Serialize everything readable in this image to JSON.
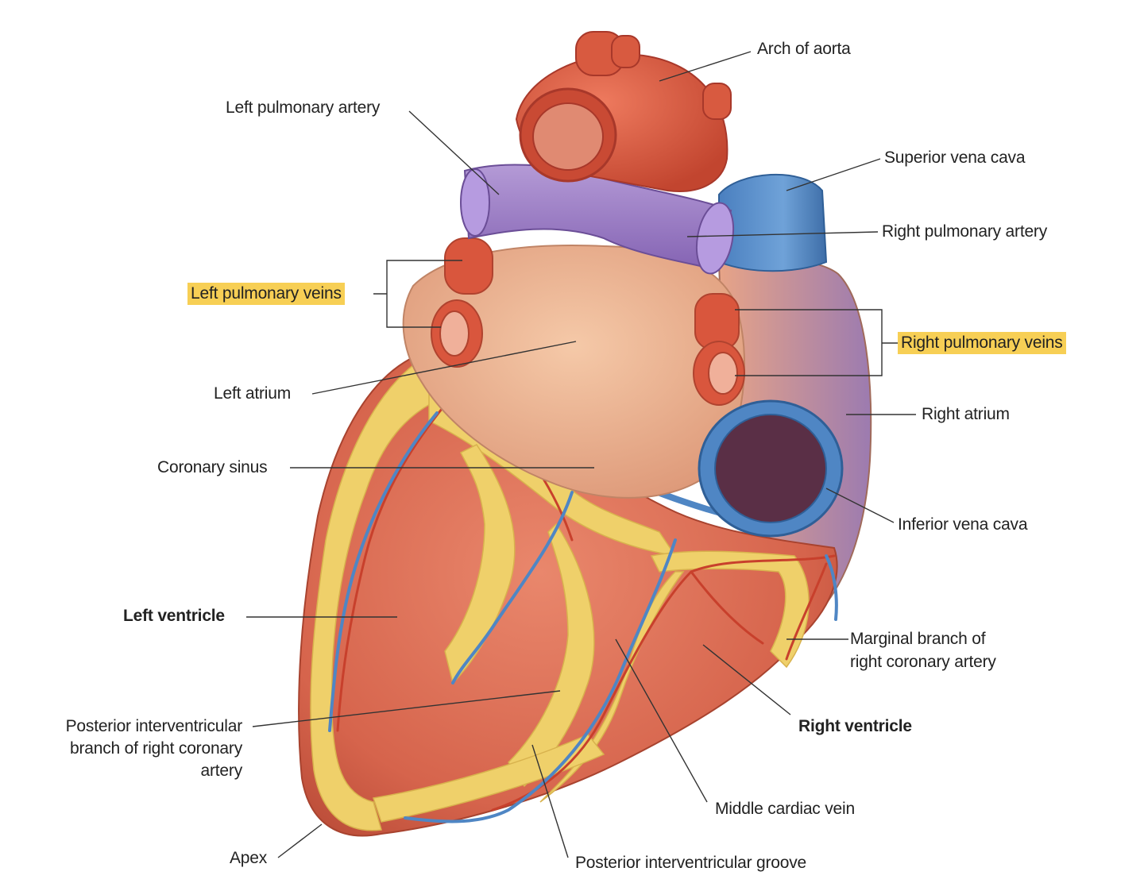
{
  "labels": {
    "arch_of_aorta": "Arch of aorta",
    "left_pulmonary_artery": "Left pulmonary artery",
    "superior_vena_cava": "Superior vena cava",
    "right_pulmonary_artery": "Right pulmonary artery",
    "left_pulmonary_veins": "Left pulmonary veins",
    "right_pulmonary_veins": "Right pulmonary veins",
    "left_atrium": "Left atrium",
    "right_atrium": "Right atrium",
    "coronary_sinus": "Coronary sinus",
    "inferior_vena_cava": "Inferior vena cava",
    "left_ventricle": "Left ventricle",
    "marginal_branch_1": "Marginal branch of",
    "marginal_branch_2": "right coronary artery",
    "posterior_branch_1": "Posterior interventricular",
    "posterior_branch_2": "branch of right coronary",
    "posterior_branch_3": "artery",
    "right_ventricle": "Right ventricle",
    "middle_cardiac_vein": "Middle cardiac vein",
    "apex": "Apex",
    "posterior_groove": "Posterior interventricular groove"
  },
  "colors": {
    "highlight": "#f7cf55",
    "myocardium": "#d96a52",
    "fat": "#f0d36a",
    "artery": "#d9533b",
    "vein": "#4f86c4",
    "pulmonary_trunk": "#9a79c3",
    "atrium": "#e9ad8c"
  }
}
